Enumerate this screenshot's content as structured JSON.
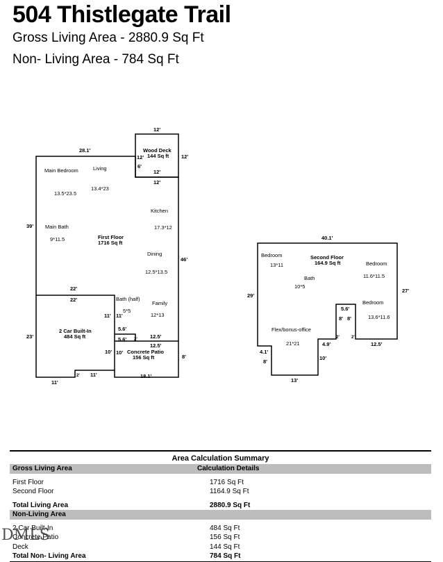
{
  "header": {
    "address": "504 Thistlegate Trail",
    "gross_line": "Gross Living Area - 2880.9 Sq Ft",
    "nonliving_line": "Non- Living Area - 784 Sq Ft"
  },
  "plan": {
    "dims": {
      "deck_top": "12'",
      "deck_right": "12'",
      "deck_left": "12'",
      "deck_left2": "6'",
      "deck_bottom": "12'",
      "deck_bottom2": "12'",
      "top": "28.1'",
      "left": "39'",
      "right": "46'",
      "gar_top_out": "22'",
      "gar_top_in": "22'",
      "gar_left": "23'",
      "gar_right": "11'",
      "gar_right2": "11'",
      "bath_56a": "5.6'",
      "bath_56b": "5.6'",
      "bath_2": "2'",
      "patio_125a": "12.5'",
      "patio_125b": "12.5'",
      "patio_10a": "10'",
      "patio_10b": "10'",
      "patio_8": "8'",
      "bot_11a": "11'",
      "bot_2": "2'",
      "bot_11b": "11'",
      "bot_181": "18.1'",
      "s_top": "40.1'",
      "s_left": "29'",
      "s_right": "27'",
      "s_41": "4.1'",
      "s_8": "8'",
      "s_13": "13'",
      "s_10": "10'",
      "s_49": "4.9'",
      "s_2a": "2'",
      "s_56": "5.6'",
      "s_8a": "8'",
      "s_8b": "8'",
      "s_2b": "2'",
      "s_125": "12.5'"
    },
    "rooms": {
      "wood_deck": "Wood Deck",
      "wood_deck_area": "144 Sq ft",
      "main_bedroom": "Main Bedroom",
      "main_bedroom_dim": "13.5*23.5",
      "living": "Living",
      "living_dim": "13.4*23",
      "kitchen": "Kitchen",
      "kitchen_dim": "17.3*12",
      "main_bath": "Main Bath",
      "main_bath_dim": "9*11.5",
      "first_floor": "First Floor",
      "first_floor_area": "1716 Sq ft",
      "dining": "Dining",
      "dining_dim": "12.5*13.5",
      "bath_half": "Bath (half)",
      "bath_half_dim": "5*5",
      "family": "Family",
      "family_dim": "12*13",
      "garage": "2 Car Built-In",
      "garage_area": "484 Sq ft",
      "patio": "Concrete Patio",
      "patio_area": "156 Sq ft",
      "s_bedroom1": "Bedroom",
      "s_bedroom1_dim": "13*11",
      "second_floor": "Second Floor",
      "second_floor_area": "164.9 Sq ft",
      "s_bedroom2": "Bedroom",
      "s_bedroom2_dim": "11.6*11.5",
      "s_bath": "Bath",
      "s_bath_dim": "10*5",
      "s_bedroom3": "Bedroom",
      "s_bedroom3_dim": "13.6*11.6",
      "flex": "Flex/bonus-office",
      "flex_dim": "21*21"
    }
  },
  "summary": {
    "title": "Area Calculation Summary",
    "gross_header": "Gross Living Area",
    "details_header": "Calculation Details",
    "living_rows": [
      {
        "name": "First Floor",
        "value": "1716 Sq Ft"
      },
      {
        "name": "Second Floor",
        "value": "1164.9 Sq Ft"
      }
    ],
    "total_living_label": "Total Living Area",
    "total_living_value": "2880.9 Sq Ft",
    "nonliving_header": "Non-Living Area",
    "nonliving_rows": [
      {
        "name": "2 Car Built-In",
        "value": "484 Sq Ft"
      },
      {
        "name": "Concrete Patio",
        "value": "156 Sq Ft"
      },
      {
        "name": "Deck",
        "value": "144 Sq Ft"
      }
    ],
    "total_nonliving_label": "Total Non- Living Area",
    "total_nonliving_value": "784 Sq Ft"
  },
  "watermark": "DMLS"
}
